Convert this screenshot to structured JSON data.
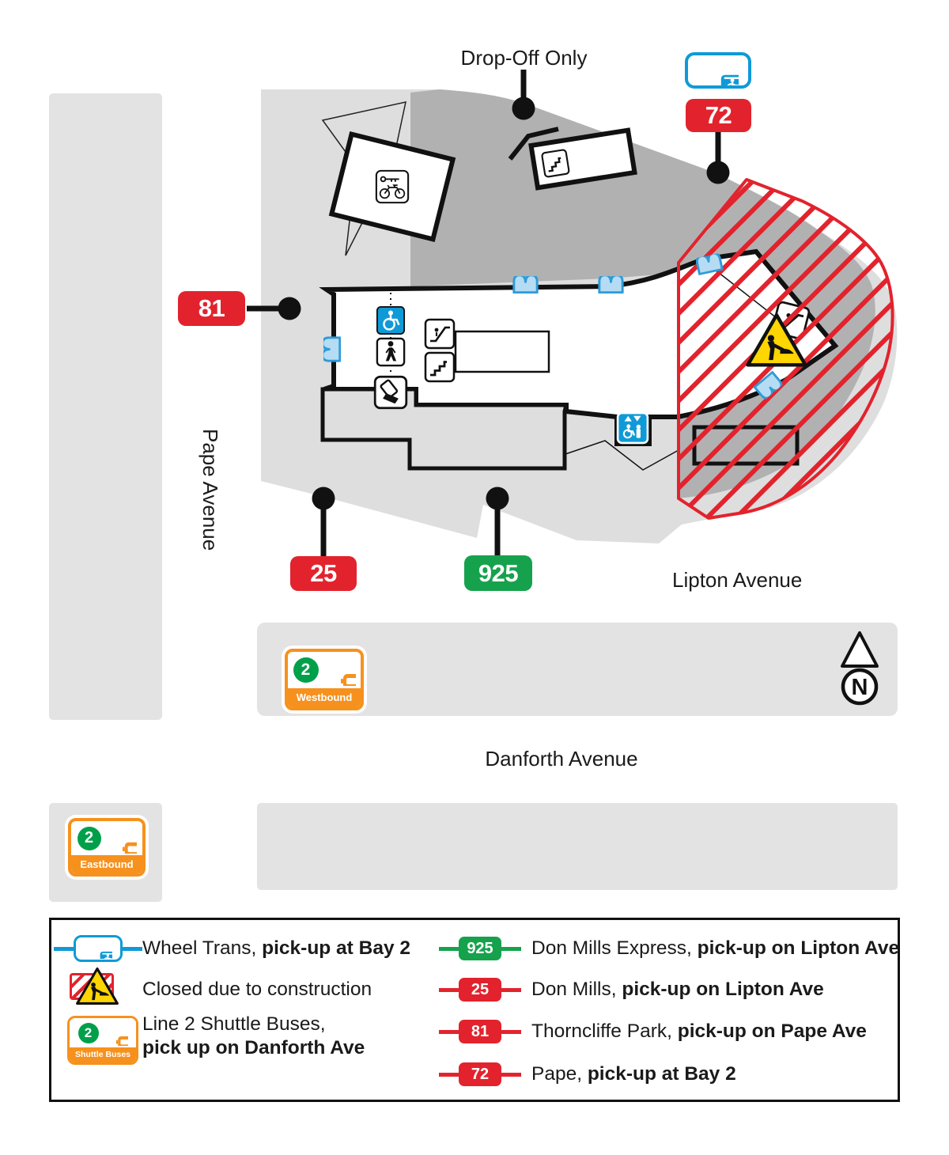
{
  "colors": {
    "route_red": "#e2232d",
    "express_green": "#16a24d",
    "accessible_blue": "#0f9ad7",
    "door_blue_stroke": "#2f9bd8",
    "door_blue_fill": "#b5dcf4",
    "shuttle_orange": "#f6911e",
    "line2_green": "#00a04a",
    "warning_yellow": "#ffd502",
    "road_gray": "#e3e3e4",
    "ground_gray": "#dedede",
    "driveway_gray": "#b1b1b2",
    "ink": "#1a1a1a"
  },
  "map": {
    "drop_off_label": "Drop-Off Only",
    "pape_label": "Pape Avenue",
    "lipton_label": "Lipton Avenue",
    "danforth_label": "Danforth Avenue",
    "north_label": "N",
    "badges": {
      "r72": "72",
      "r81": "81",
      "r25": "25",
      "r925": "925"
    },
    "shuttle_westbound": {
      "line": "2",
      "label": "Westbound"
    },
    "shuttle_eastbound": {
      "line": "2",
      "label": "Eastbound"
    }
  },
  "icons": {
    "wheel_trans": "wheel-trans-icon",
    "accessible": "accessible-icon",
    "walking": "walking-person-icon",
    "fare_tap": "fare-card-tap-icon",
    "escalator": "escalator-icon",
    "stairs": "stairs-icon",
    "elevator": "elevator-icon",
    "bike_parking": "bike-parking-icon",
    "construction": "construction-warning-icon",
    "door": "door-icon",
    "north": "north-arrow-icon",
    "bus": "bus-icon"
  },
  "legend": {
    "rows_left": [
      {
        "icon": "wheel-trans-icon",
        "text": "Wheel Trans, ",
        "bold": "pick-up at Bay 2"
      },
      {
        "icon": "construction-warning-icon",
        "text": "Closed due to construction",
        "bold": ""
      },
      {
        "icon": "line2-shuttle-icon",
        "line": "2",
        "shuttle_label": "Shuttle Buses",
        "text": "Line 2 Shuttle Buses,",
        "bold": "pick up on Danforth Ave"
      }
    ],
    "rows_right": [
      {
        "badge": "925",
        "color": "#16a24d",
        "text": "Don Mills Express, ",
        "bold": "pick-up on Lipton Ave"
      },
      {
        "badge": "25",
        "color": "#e2232d",
        "text": "Don Mills, ",
        "bold": "pick-up on Lipton Ave"
      },
      {
        "badge": "81",
        "color": "#e2232d",
        "text": "Thorncliffe Park, ",
        "bold": "pick-up on Pape Ave"
      },
      {
        "badge": "72",
        "color": "#e2232d",
        "text": "Pape, ",
        "bold": "pick-up at Bay 2"
      }
    ]
  }
}
